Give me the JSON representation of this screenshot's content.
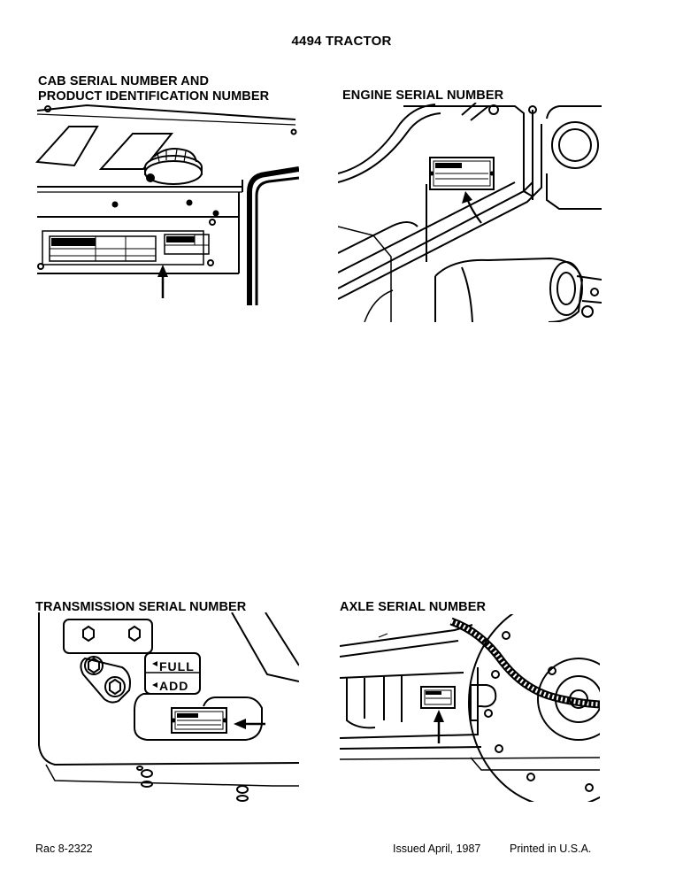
{
  "page": {
    "title": "4494 TRACTOR"
  },
  "sections": {
    "cab": {
      "heading_line1": "CAB SERIAL NUMBER AND",
      "heading_line2": "PRODUCT IDENTIFICATION NUMBER"
    },
    "engine": {
      "heading": "ENGINE SERIAL NUMBER"
    },
    "transmission": {
      "heading": "TRANSMISSION SERIAL NUMBER",
      "gauge_full": "FULL",
      "gauge_add": "ADD"
    },
    "axle": {
      "heading": "AXLE SERIAL NUMBER"
    }
  },
  "footer": {
    "document_code": "Rac 8-2322",
    "issued": "Issued April, 1987",
    "printed": "Printed in U.S.A."
  }
}
